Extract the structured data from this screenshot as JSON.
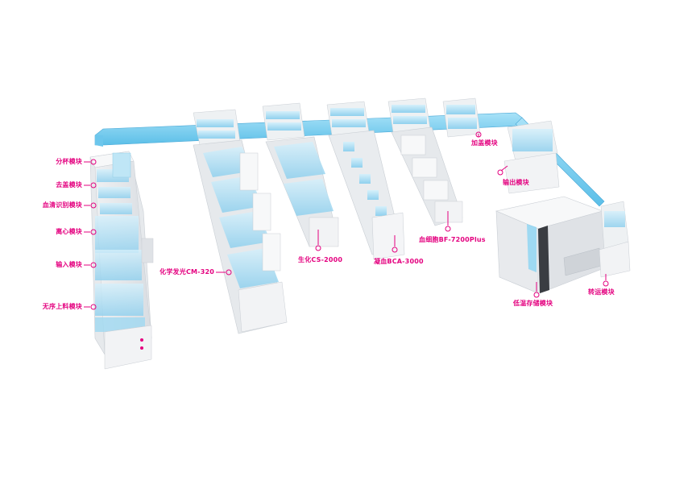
{
  "colors": {
    "accent": "#e4007f",
    "track": "#7fd2f3",
    "track_dark": "#3fa9d8",
    "module": "#f4f5f7",
    "module_side": "#dfe2e6",
    "module_edge": "#c9ced4",
    "glass": "#bfe6f6",
    "dark_panel": "#3a3d42"
  },
  "labels": {
    "fenbei": "分杯模块",
    "qugai": "去盖模块",
    "xueqing": "血清识别模块",
    "lixin": "离心模块",
    "shuru": "输入模块",
    "wuxu": "无序上料模块",
    "cm320": "化学发光CM-320",
    "cs2000": "生化CS-2000",
    "bca3000": "凝血BCA-3000",
    "bf7200": "血细胞BF-7200Plus",
    "jiagai": "加盖模块",
    "shuchu": "输出模块",
    "diwen": "低温存储模块",
    "zhuanyun": "转运模块"
  }
}
